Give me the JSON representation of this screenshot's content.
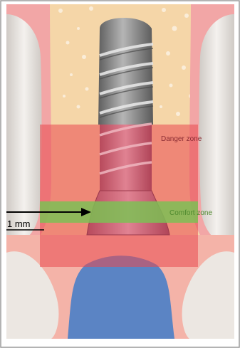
{
  "labels": {
    "danger_zone": "Danger zone",
    "comfort_zone": "Comfort zone",
    "measurement": "1 mm"
  },
  "colors": {
    "bone": "#f4d3a6",
    "bone_speckle": "#ffffff",
    "soft_tissue": "#f2a3a3",
    "danger_overlay": "#e9484f",
    "comfort_overlay": "#7dbf55",
    "implant_gray": "#8a8a8a",
    "implant_red": "#c95d6d",
    "crown_blue": "#5b84c4",
    "tooth_white": "#e8e4df",
    "arrow": "#000000"
  }
}
